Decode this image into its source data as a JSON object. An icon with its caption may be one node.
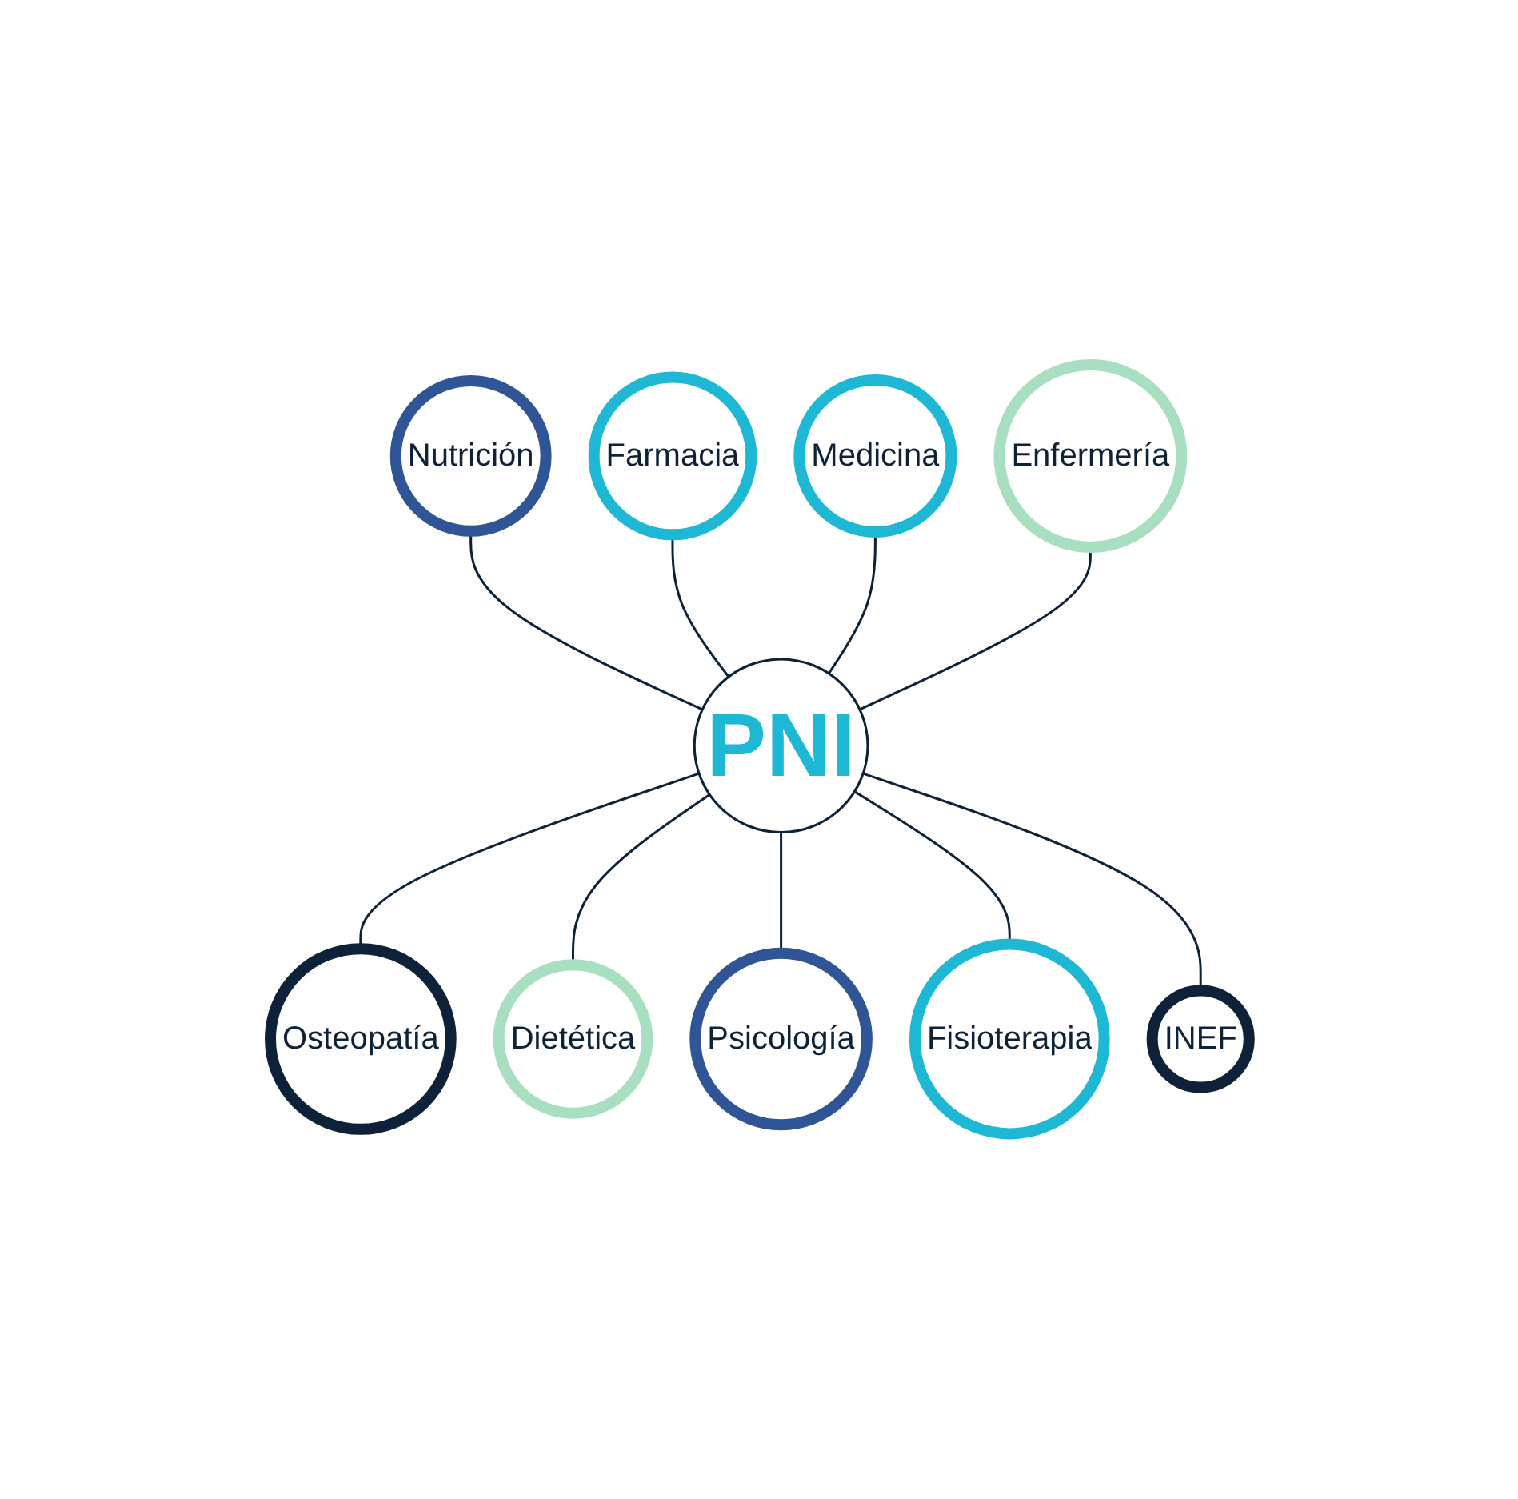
{
  "diagram": {
    "nodes": [
      {
        "text": [
          "PNI"
        ]
      },
      {
        "text": [
          "Nutrición"
        ]
      },
      {
        "text": [
          "Farmacia"
        ]
      },
      {
        "text": [
          "Osteopatía"
        ]
      },
      {
        "text": [
          "Dietética"
        ]
      },
      {
        "text": [
          "Psicología"
        ]
      },
      {
        "text": [
          "Fisioterapia"
        ]
      },
      {
        "text": [
          "INEF"
        ]
      },
      {
        "text": [
          "Medicina"
        ]
      },
      {
        "text": [
          "Enfermería"
        ]
      }
    ],
    "edges": [
      {
        "from": 1,
        "to": 0,
        "arrow": "none"
      },
      {
        "from": 2,
        "to": 0,
        "arrow": "none"
      },
      {
        "from": 0,
        "to": 3,
        "arrow": "none"
      },
      {
        "from": 0,
        "to": 4,
        "arrow": "none"
      },
      {
        "from": 0,
        "to": 5,
        "arrow": "none"
      },
      {
        "from": 0,
        "to": 6,
        "arrow": "none"
      },
      {
        "from": 0,
        "to": 7,
        "arrow": "none"
      },
      {
        "from": 8,
        "to": 0,
        "arrow": "none"
      },
      {
        "from": 9,
        "to": 0,
        "arrow": "none"
      }
    ]
  }
}
